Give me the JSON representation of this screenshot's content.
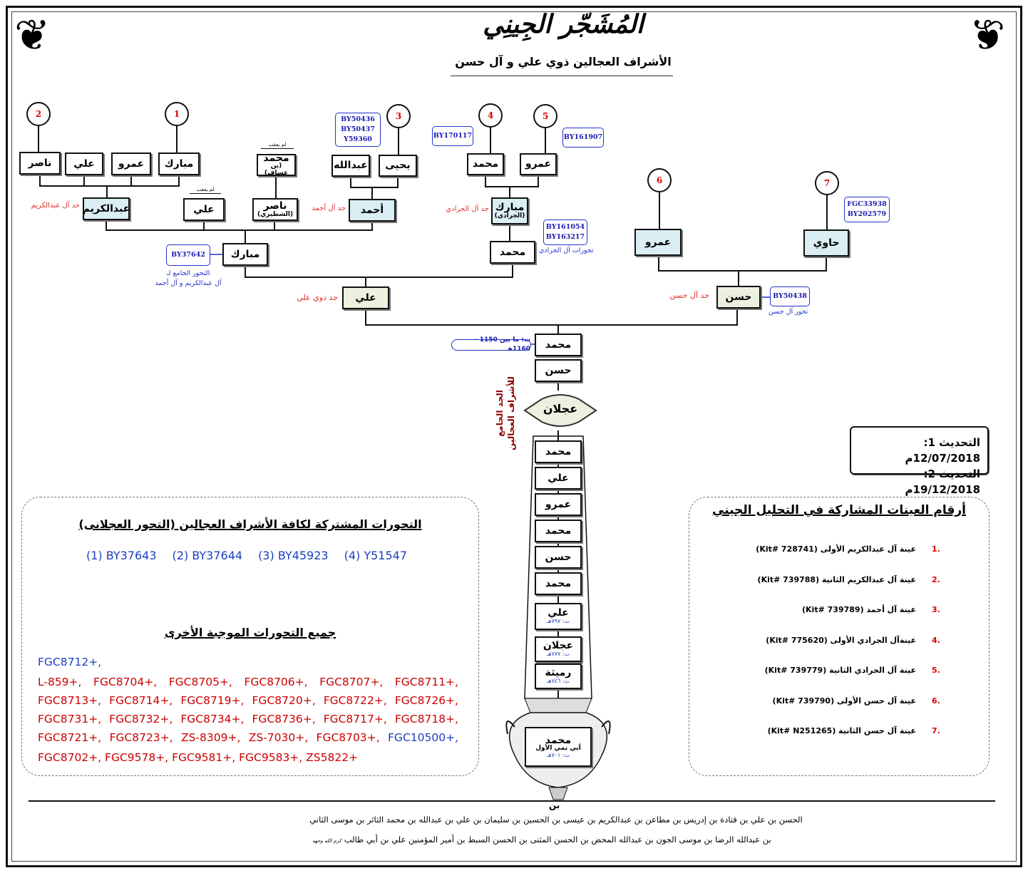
{
  "header": {
    "title": "المُشَجّر الجِينِي",
    "subtitle": "الأشراف العجالين ذوي علي و آل حسن"
  },
  "samples_circles": [
    "1",
    "2",
    "3",
    "4",
    "5",
    "6",
    "7"
  ],
  "tree": {
    "nasser": {
      "name": "ناصر"
    },
    "ali1": {
      "name": "علي"
    },
    "amr1": {
      "name": "عمرو"
    },
    "mubarak1": {
      "name": "مبارك"
    },
    "mohammed_assaf": {
      "name": "محمد",
      "sub": "(بن عساف)"
    },
    "abdullah": {
      "name": "عبدالله"
    },
    "yahya": {
      "name": "يحيى"
    },
    "mohammed4": {
      "name": "محمد"
    },
    "amr5": {
      "name": "عمرو"
    },
    "abdulkarim": {
      "name": "عبدالكريم"
    },
    "ali2": {
      "name": "علي"
    },
    "nasser_shatiri": {
      "name": "ناصر",
      "sub": "(الشطيري)"
    },
    "ahmed": {
      "name": "أحمد"
    },
    "mubarak_jaradi": {
      "name": "مبارك",
      "sub": "(الجرادي)"
    },
    "mubarak2": {
      "name": "مبارك"
    },
    "mohammed_j": {
      "name": "محمد"
    },
    "amr6": {
      "name": "عمرو"
    },
    "hawi": {
      "name": "حاوي"
    },
    "ali_root": {
      "name": "علي"
    },
    "hasan_root": {
      "name": "حسن"
    },
    "mohammed_top": {
      "name": "محمد"
    },
    "hasan_top": {
      "name": "حسن"
    },
    "ajlan_emblem": {
      "name": "عجلان"
    },
    "col1": {
      "name": "محمد"
    },
    "col2": {
      "name": "علي"
    },
    "col3": {
      "name": "عمرو"
    },
    "col4": {
      "name": "محمد"
    },
    "col5": {
      "name": "حسن"
    },
    "col6": {
      "name": "محمد"
    },
    "col7": {
      "name": "علي",
      "date": "ت: ٧٩٧هـ"
    },
    "col8": {
      "name": "عجلان",
      "date": "ت: ٧٧٧هـ"
    },
    "col9": {
      "name": "رميثة",
      "date": "ت: ٧٤٦هـ"
    },
    "col10": {
      "name": "محمد",
      "sub": "أبي نمي الأول",
      "date": "ت: ٧٠١هـ"
    }
  },
  "no_offspring": "لم يعقب",
  "tags": {
    "t3": [
      "BY50436",
      "BY50437",
      "Y59360"
    ],
    "t4": [
      "BY170117"
    ],
    "t5": [
      "BY161907"
    ],
    "tj": [
      "BY161054",
      "BY163217"
    ],
    "t7": [
      "FGC33938",
      "BY202579"
    ],
    "tm": [
      "BY37642"
    ],
    "th": [
      "BY50438"
    ],
    "date": [
      "ت: ما بين 1150 - 1160هـ"
    ]
  },
  "red_labels": {
    "abdulkarim": "جد آل عبدالكريم",
    "ahmed": "جد آل أحمد",
    "jaradi": "جد آل الجرادي",
    "ali": "جد ذوي علي",
    "hasan": "جد  آل حسن"
  },
  "blue_notes": {
    "common": "التحور الجامع لـ",
    "common2": "آل عبدالكريم و آل أحمد",
    "jaradi": "تحورات آل الجرادي",
    "hasan": "تحور آل حسن"
  },
  "vertical_label": "الجد الجامع للأشراف العجالين",
  "updates": {
    "u1": "التحديث 1: 12/07/2018م",
    "u2": "التحديث 2: 19/12/2018م"
  },
  "left_panel": {
    "title1": "التحورات المشتركة لكافة الأشراف العجالين (التحور العجلانى)",
    "common": [
      "(1) BY37643",
      "(2) BY37644",
      "(3) BY45923",
      "(4) Y51547"
    ],
    "title2": "جميع التحورات الموجبة الأخرى",
    "first": "FGC8712+,",
    "rows": [
      [
        [
          "L-859+,",
          "r"
        ],
        [
          "FGC8704+,",
          "r"
        ],
        [
          "FGC8705+,",
          "r"
        ],
        [
          "FGC8706+,",
          "r"
        ],
        [
          "FGC8707+,",
          "r"
        ],
        [
          "FGC8711+,",
          "r"
        ]
      ],
      [
        [
          "FGC8713+,",
          "r"
        ],
        [
          "FGC8714+,",
          "r"
        ],
        [
          "FGC8719+,",
          "r"
        ],
        [
          "FGC8720+,",
          "r"
        ],
        [
          "FGC8722+,",
          "r"
        ],
        [
          "FGC8726+,",
          "r"
        ]
      ],
      [
        [
          "FGC8731+,",
          "r"
        ],
        [
          "FGC8732+,",
          "r"
        ],
        [
          "FGC8734+,",
          "r"
        ],
        [
          "FGC8736+,",
          "r"
        ],
        [
          "FGC8717+,",
          "r"
        ],
        [
          "FGC8718+,",
          "r"
        ]
      ],
      [
        [
          "FGC8721+,",
          "r"
        ],
        [
          "FGC8723+,",
          "r"
        ],
        [
          "ZS-8309+,",
          "r"
        ],
        [
          "ZS-7030+,",
          "r"
        ],
        [
          "FGC8703+,",
          "r"
        ],
        [
          "FGC10500+,",
          "b"
        ]
      ]
    ],
    "last": "FGC8702+, FGC9578+, FGC9581+, FGC9583+, ZS5822+",
    "colors": {
      "red": "#cc0000",
      "blue": "#1a3fbf"
    }
  },
  "right_panel": {
    "title": "أرقام العينات المشاركة في التحليل الجيني",
    "items": [
      {
        "n": ".1",
        "t": "عينة آل عبدالكريم الأولى (Kit# 728741)"
      },
      {
        "n": ".2",
        "t": "عينة آل عبدالكريم الثانية (Kit# 739788)"
      },
      {
        "n": ".3",
        "t": "عينة آل أحمد (Kit# 739789)"
      },
      {
        "n": ".4",
        "t": "عينةآل الجرادي الأولى (Kit# 775620)"
      },
      {
        "n": ".5",
        "t": "عينة آل الجرادي الثانية (Kit# 739779)"
      },
      {
        "n": ".6",
        "t": "عينة آل حسن الأولى (Kit# 739790)"
      },
      {
        "n": ".7",
        "t": "عينة آل حسن الثانية (Kit# N251265)"
      }
    ]
  },
  "footer": {
    "bin": "بن",
    "line1": "الحسن بن علي بن قتادة بن إدريس بن مطاعن بن عبدالكريم بن عيسى بن الحسين بن سليمان بن علي بن عبدالله بن محمد الثائر بن موسى الثاني",
    "line2": "بن عبدالله الرضا بن موسى الجون بن عبدالله المحض بن الحسن المثنى بن الحسن السبط بن أمير المؤمنين علي بن أبي طالب",
    "honorific": "كرم الله وجهه"
  }
}
